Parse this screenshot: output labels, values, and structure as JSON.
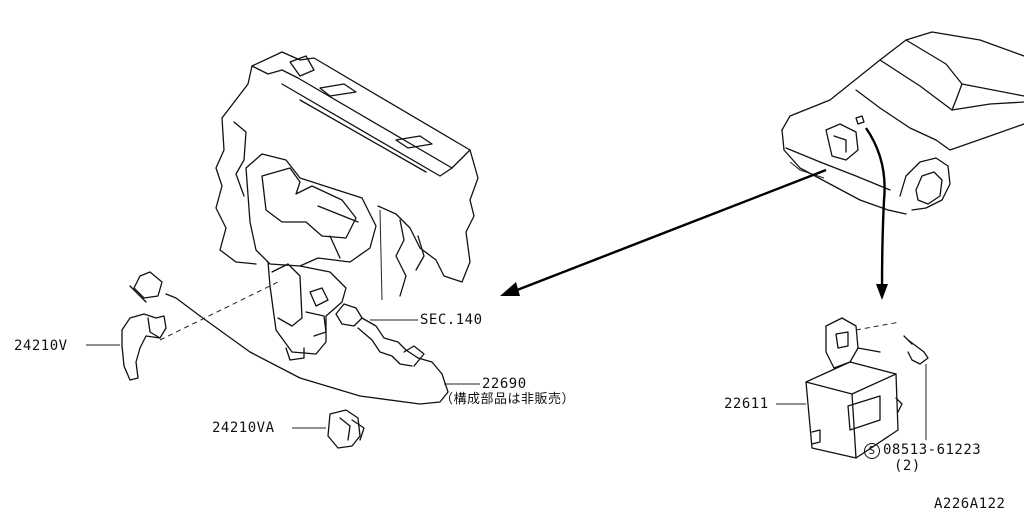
{
  "diagram": {
    "labels": {
      "sensor_bracket": "24210V",
      "sensor_clip": "24210VA",
      "section_ref": "SEC.140",
      "sensor_harness": "22690",
      "sensor_harness_note": "（構成部品は非販売）",
      "control_unit": "22611",
      "screw_badge": "S",
      "screw": "08513-61223",
      "screw_qty": "(2)",
      "figure_id": "A226A122"
    }
  }
}
